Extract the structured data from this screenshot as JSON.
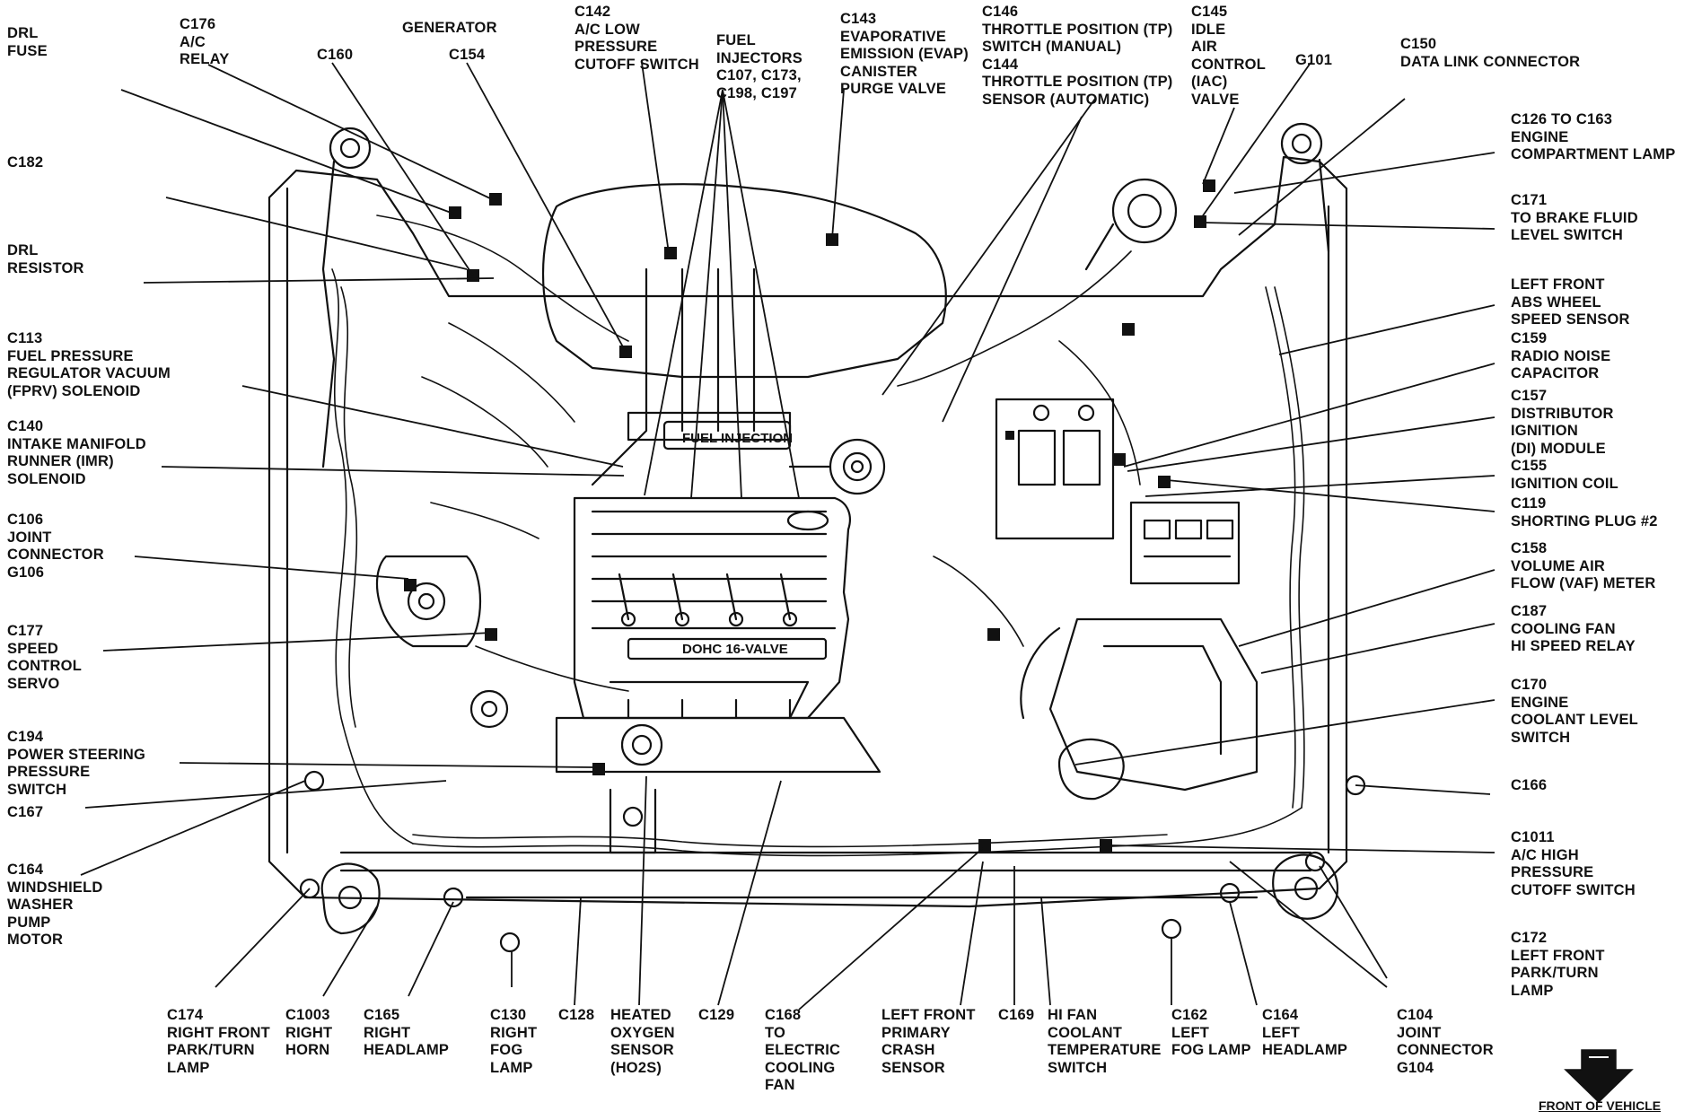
{
  "labels": [
    {
      "id": "drl-fuse",
      "text": "DRL\nFUSE"
    },
    {
      "id": "c176",
      "text": "C176\nA/C\nRELAY"
    },
    {
      "id": "c160",
      "text": "C160"
    },
    {
      "id": "generator",
      "text": "GENERATOR"
    },
    {
      "id": "c154",
      "text": "C154"
    },
    {
      "id": "c142",
      "text": "C142\nA/C LOW\nPRESSURE\nCUTOFF SWITCH"
    },
    {
      "id": "fuel-injectors",
      "text": "FUEL\nINJECTORS\nC107, C173,\nC198, C197"
    },
    {
      "id": "c143",
      "text": "C143\nEVAPORATIVE\nEMISSION (EVAP)\nCANISTER\nPURGE VALVE"
    },
    {
      "id": "c146",
      "text": "C146\nTHROTTLE POSITION (TP)\nSWITCH (MANUAL)\nC144\nTHROTTLE POSITION (TP)\nSENSOR (AUTOMATIC)"
    },
    {
      "id": "c145",
      "text": "C145\nIDLE\nAIR\nCONTROL\n(IAC)\nVALVE"
    },
    {
      "id": "g101",
      "text": "G101"
    },
    {
      "id": "c150",
      "text": "C150\nDATA LINK CONNECTOR"
    },
    {
      "id": "c182",
      "text": "C182"
    },
    {
      "id": "drl-resistor",
      "text": "DRL\nRESISTOR"
    },
    {
      "id": "c113",
      "text": "C113\nFUEL PRESSURE\nREGULATOR VACUUM\n(FPRV) SOLENOID"
    },
    {
      "id": "c140",
      "text": "C140\nINTAKE MANIFOLD\nRUNNER (IMR)\nSOLENOID"
    },
    {
      "id": "c106",
      "text": "C106\nJOINT\nCONNECTOR\nG106"
    },
    {
      "id": "c177",
      "text": "C177\nSPEED\nCONTROL\nSERVO"
    },
    {
      "id": "c194",
      "text": "C194\nPOWER STEERING\nPRESSURE\nSWITCH"
    },
    {
      "id": "c167",
      "text": "C167"
    },
    {
      "id": "c164-washer",
      "text": "C164\nWINDSHIELD\nWASHER\nPUMP\nMOTOR"
    },
    {
      "id": "c126",
      "text": "C126 TO C163\nENGINE\nCOMPARTMENT LAMP"
    },
    {
      "id": "c171",
      "text": "C171\nTO BRAKE FLUID\nLEVEL SWITCH"
    },
    {
      "id": "abs",
      "text": "LEFT FRONT\nABS WHEEL\nSPEED SENSOR"
    },
    {
      "id": "c159",
      "text": "C159\nRADIO NOISE\nCAPACITOR"
    },
    {
      "id": "c157",
      "text": "C157\nDISTRIBUTOR\nIGNITION\n(DI) MODULE"
    },
    {
      "id": "c155",
      "text": "C155\nIGNITION COIL"
    },
    {
      "id": "c119",
      "text": "C119\nSHORTING PLUG #2"
    },
    {
      "id": "c158",
      "text": "C158\nVOLUME AIR\nFLOW (VAF) METER"
    },
    {
      "id": "c187",
      "text": "C187\nCOOLING FAN\nHI SPEED RELAY"
    },
    {
      "id": "c170",
      "text": "C170\nENGINE\nCOOLANT LEVEL\nSWITCH"
    },
    {
      "id": "c166",
      "text": "C166"
    },
    {
      "id": "c1011",
      "text": "C1011\nA/C HIGH\nPRESSURE\nCUTOFF SWITCH"
    },
    {
      "id": "c172",
      "text": "C172\nLEFT FRONT\nPARK/TURN\nLAMP"
    },
    {
      "id": "c174",
      "text": "C174\nRIGHT FRONT\nPARK/TURN\nLAMP"
    },
    {
      "id": "c1003",
      "text": "C1003\nRIGHT\nHORN"
    },
    {
      "id": "c165",
      "text": "C165\nRIGHT\nHEADLAMP"
    },
    {
      "id": "c130",
      "text": "C130\nRIGHT\nFOG\nLAMP"
    },
    {
      "id": "c128",
      "text": "C128"
    },
    {
      "id": "ho2s",
      "text": "HEATED\nOXYGEN\nSENSOR\n(HO2S)"
    },
    {
      "id": "c129",
      "text": "C129"
    },
    {
      "id": "c168",
      "text": "C168\nTO\nELECTRIC\nCOOLING\nFAN"
    },
    {
      "id": "crash",
      "text": "LEFT FRONT\nPRIMARY\nCRASH\nSENSOR"
    },
    {
      "id": "c169",
      "text": "C169"
    },
    {
      "id": "hifan",
      "text": "HI FAN\nCOOLANT\nTEMPERATURE\nSWITCH"
    },
    {
      "id": "c162",
      "text": "C162\nLEFT\nFOG LAMP"
    },
    {
      "id": "c164-headlamp",
      "text": "C164\nLEFT\nHEADLAMP"
    },
    {
      "id": "c104",
      "text": "C104\nJOINT\nCONNECTOR\nG104"
    }
  ],
  "engine_markings": {
    "fuel_injection": "FUEL INJECTION",
    "dohc": "DOHC 16-VALVE"
  },
  "footer": {
    "front_of_vehicle": "FRONT OF VEHICLE",
    "arrow_icon": "arrow-down-icon"
  },
  "colors": {
    "ink": "#111111",
    "paper": "#ffffff"
  }
}
